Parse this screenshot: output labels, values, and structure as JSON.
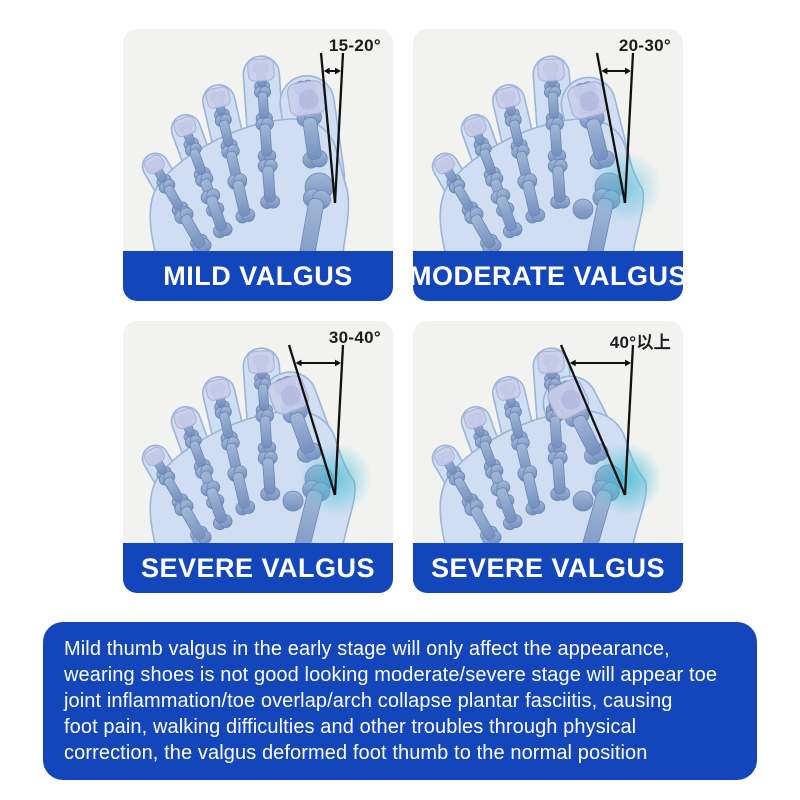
{
  "colors": {
    "accent_blue": "#1446bb",
    "card_bg": "#f2f2f0",
    "foot_fill": "#cfdef2",
    "foot_stroke": "#9bb5d9",
    "bone_fill": "#8aa3c9",
    "bone_edge": "#6b87b4",
    "nail_fill": "#c9cde9",
    "nail_edge": "#a9b0d6",
    "bunion_teal": "#3fbdd2",
    "angle_line": "#111111",
    "label_text": "#1c1c1c",
    "banner_text": "#ffffff"
  },
  "stages": [
    {
      "banner": "MILD VALGUS",
      "angle_label": "15-20°",
      "tilt_deg": 8,
      "line_gap": 22,
      "bunion_intensity": 0
    },
    {
      "banner": "MODERATE VALGUS",
      "angle_label": "20-30°",
      "tilt_deg": 14,
      "line_gap": 36,
      "bunion_intensity": 0.55
    },
    {
      "banner": "SEVERE VALGUS",
      "angle_label": "30-40°",
      "tilt_deg": 20,
      "line_gap": 54,
      "bunion_intensity": 0.72
    },
    {
      "banner": "SEVERE VALGUS",
      "angle_label": "40°以上",
      "tilt_deg": 27,
      "line_gap": 72,
      "bunion_intensity": 0.85
    }
  ],
  "description": {
    "text": "Mild thumb valgus in the early stage will only affect the appearance,\nwearing shoes is not good looking moderate/severe stage will appear toe\njoint inflammation/toe overlap/arch collapse plantar fasciitis, causing\nfoot pain, walking difficulties and other troubles through physical\ncorrection, the valgus deformed foot thumb to the normal position"
  }
}
